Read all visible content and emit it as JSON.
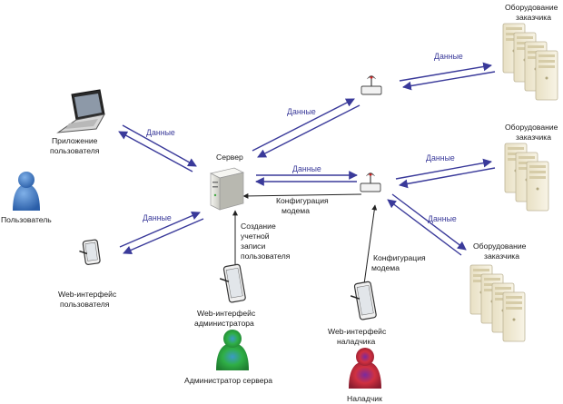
{
  "nodes": {
    "server": "Сервер",
    "user_app_line1": "Приложение",
    "user_app_line2": "пользователя",
    "user": "Пользователь",
    "web_user_line1": "Web-интерфейс",
    "web_user_line2": "пользователя",
    "web_admin_line1": "Web-интерфейс",
    "web_admin_line2": "администратора",
    "admin": "Администратор сервера",
    "web_tech_line1": "Web-интерфейс",
    "web_tech_line2": "наладчика",
    "tech": "Наладчик",
    "equip_top_line1": "Оборудование",
    "equip_top_line2": "заказчика",
    "equip_mid_line1": "Оборудование",
    "equip_mid_line2": "заказчика",
    "equip_bot_line1": "Оборудование",
    "equip_bot_line2": "заказчика"
  },
  "links": {
    "data_laptop": "Данные",
    "data_web_user": "Данные",
    "data_modem_top": "Данные",
    "data_equip_top": "Данные",
    "data_server_modem": "Данные",
    "data_equip_mid": "Данные",
    "data_equip_bot": "Данные",
    "modem_config_line1": "Конфигурация",
    "modem_config_line2": "модема",
    "create_account_line1": "Создание",
    "create_account_line2": "учетной",
    "create_account_line3": "записи",
    "create_account_line4": "пользователя",
    "tech_config_line1": "Конфигурация",
    "tech_config_line2": "модема"
  },
  "colors": {
    "arrow_blue": "#3a3a9a",
    "line_black": "#222222",
    "user_person": "#3a78c0",
    "admin_person": "#2ea84a",
    "tech_person": "#c0304a"
  },
  "icons": [
    "laptop-icon",
    "server-icon",
    "modem-icon",
    "tablet-icon",
    "person-icon",
    "server-rack-icon"
  ]
}
